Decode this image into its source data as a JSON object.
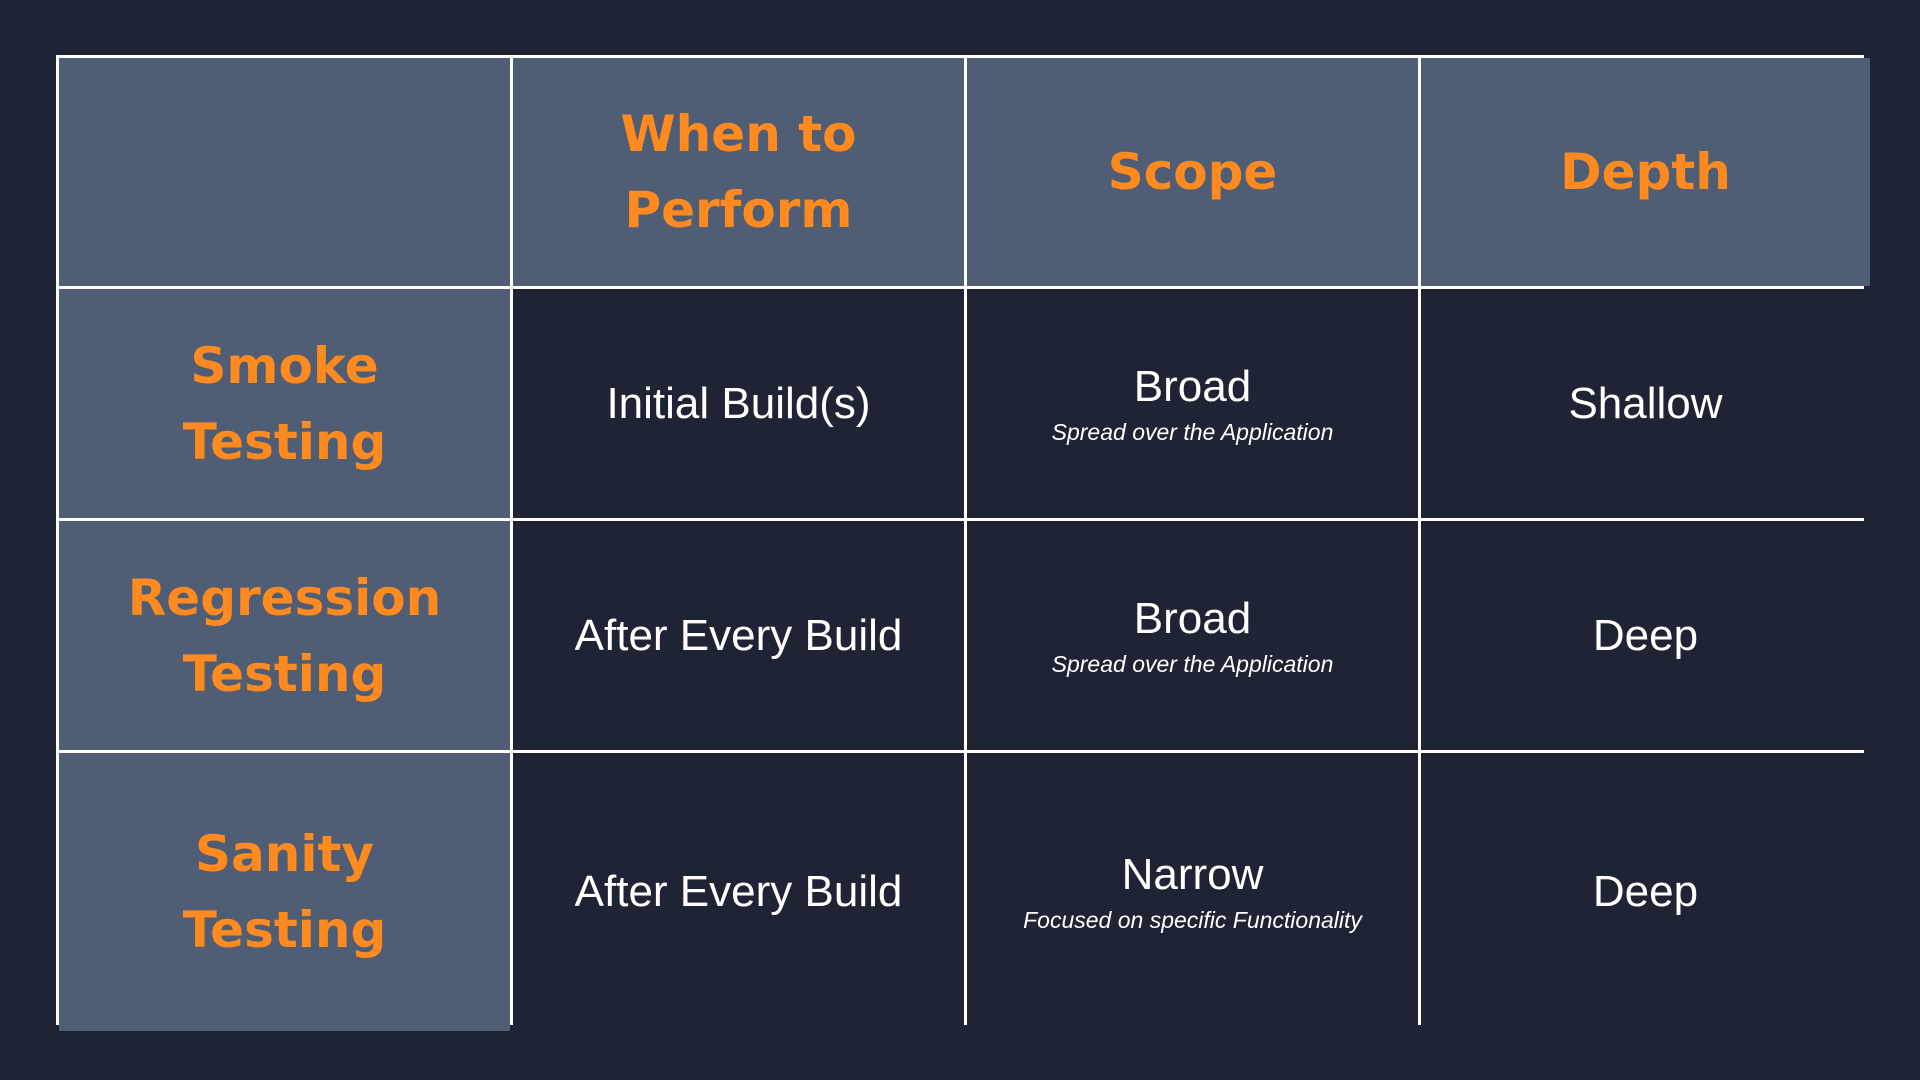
{
  "table": {
    "headers": [
      "",
      "When to Perform",
      "Scope",
      "Depth"
    ],
    "rows": [
      {
        "label_line1": "Smoke",
        "label_line2": "Testing",
        "when": "Initial Build(s)",
        "scope": "Broad",
        "scope_note": "Spread over the Application",
        "depth": "Shallow"
      },
      {
        "label_line1": "Regression",
        "label_line2": "Testing",
        "when": "After Every Build",
        "scope": "Broad",
        "scope_note": "Spread over the Application",
        "depth": "Deep"
      },
      {
        "label_line1": "Sanity",
        "label_line2": "Testing",
        "when": "After Every Build",
        "scope": "Narrow",
        "scope_note": "Focused on specific Functionality",
        "depth": "Deep"
      }
    ],
    "header_lines": {
      "when_line1": "When to",
      "when_line2": "Perform"
    }
  },
  "colors": {
    "background": "#1e2433",
    "header_fill": "#4f5d75",
    "accent": "#ff8a1f",
    "text": "#ffffff",
    "grid": "#ffffff"
  }
}
